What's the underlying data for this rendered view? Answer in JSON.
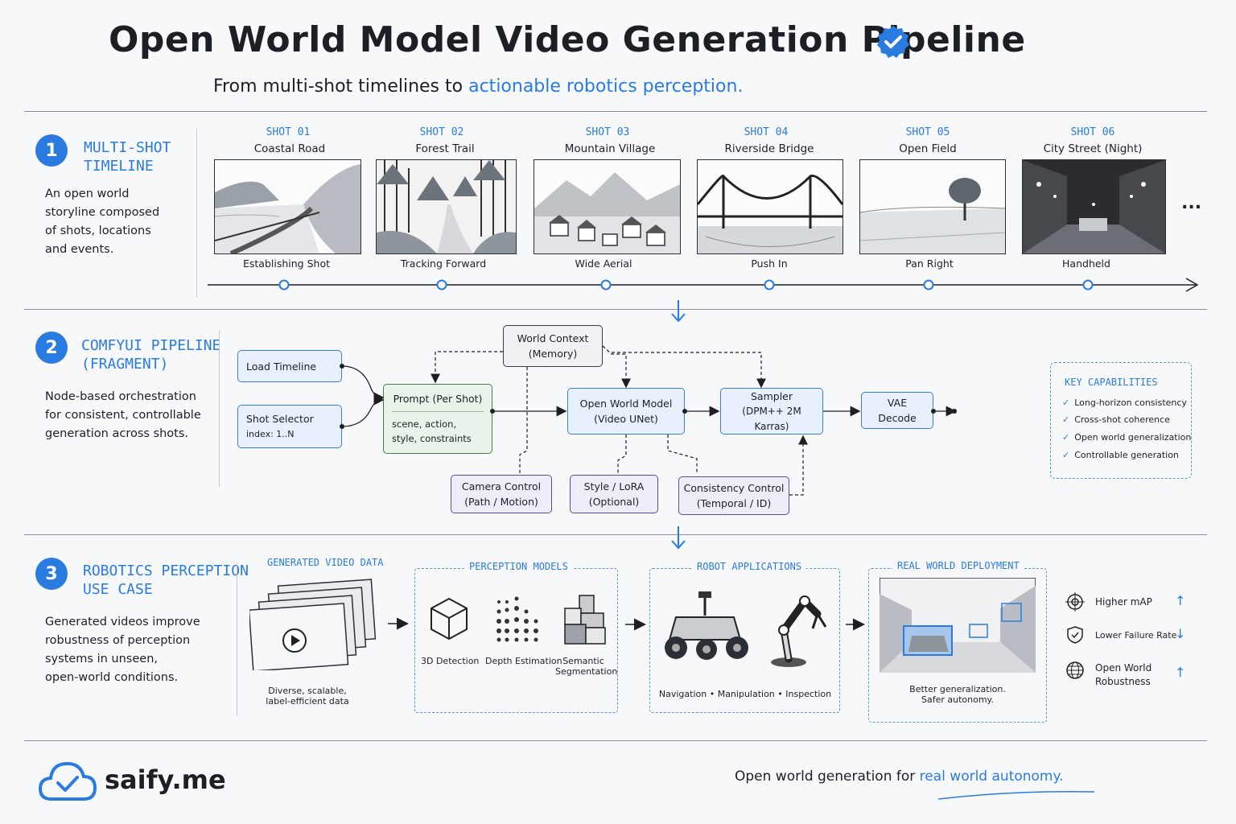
{
  "header": {
    "title": "Open World Model Video Generation Pipeline",
    "subtitle_plain": "From multi-shot timelines to",
    "subtitle_accent": "actionable robotics perception."
  },
  "colors": {
    "accent": "#2a7be0",
    "ink": "#1c1f26"
  },
  "section1": {
    "number": "1",
    "title_line1": "MULTI-SHOT",
    "title_line2": "TIMELINE",
    "desc": [
      "An open world",
      "storyline composed",
      "of shots, locations",
      "and events."
    ],
    "shots": [
      {
        "label": "SHOT 01",
        "name": "Coastal Road",
        "caption": "Establishing Shot"
      },
      {
        "label": "SHOT 02",
        "name": "Forest Trail",
        "caption": "Tracking Forward"
      },
      {
        "label": "SHOT 03",
        "name": "Mountain Village",
        "caption": "Wide Aerial"
      },
      {
        "label": "SHOT 04",
        "name": "Riverside Bridge",
        "caption": "Push In"
      },
      {
        "label": "SHOT 05",
        "name": "Open Field",
        "caption": "Pan Right"
      },
      {
        "label": "SHOT 06",
        "name": "City Street (Night)",
        "caption": "Handheld"
      }
    ],
    "more": "..."
  },
  "section2": {
    "number": "2",
    "title_line1": "COMFYUI PIPELINE",
    "title_line2": "(FRAGMENT)",
    "desc": [
      "Node-based orchestration",
      "for consistent, controllable",
      "generation across shots."
    ],
    "nodes": {
      "load_timeline": "Load Timeline",
      "shot_selector": "Shot Selector",
      "shot_selector_sub": "index: 1..N",
      "prompt": "Prompt (Per Shot)",
      "prompt_sub1": "scene, action,",
      "prompt_sub2": "style, constraints",
      "world_context1": "World Context",
      "world_context2": "(Memory)",
      "owm1": "Open World Model",
      "owm2": "(Video UNet)",
      "sampler1": "Sampler",
      "sampler2": "(DPM++ 2M Karras)",
      "vae": "VAE Decode",
      "camera1": "Camera Control",
      "camera2": "(Path / Motion)",
      "style1": "Style / LoRA",
      "style2": "(Optional)",
      "consistency1": "Consistency Control",
      "consistency2": "(Temporal / ID)"
    },
    "capabilities": {
      "title": "KEY CAPABILITIES",
      "items": [
        "Long-horizon consistency",
        "Cross-shot coherence",
        "Open world generalization",
        "Controllable generation"
      ]
    }
  },
  "section3": {
    "number": "3",
    "title_line1": "ROBOTICS PERCEPTION",
    "title_line2": "USE CASE",
    "desc": [
      "Generated videos improve",
      "robustness of perception",
      "systems in unseen,",
      "open-world conditions."
    ],
    "generated": {
      "header": "GENERATED VIDEO DATA",
      "cap1": "Diverse, scalable,",
      "cap2": "label-efficient data"
    },
    "perception": {
      "header": "PERCEPTION MODELS",
      "items": [
        "3D Detection",
        "Depth Estimation",
        "Semantic",
        "Segmentation"
      ]
    },
    "robot": {
      "header": "ROBOT APPLICATIONS",
      "caption": "Navigation  •  Manipulation  •  Inspection"
    },
    "deployment": {
      "header": "REAL WORLD DEPLOYMENT",
      "cap1": "Better generalization.",
      "cap2": "Safer autonomy."
    },
    "metrics": [
      {
        "label": "Higher mAP",
        "trend": "↑",
        "icon": "target-icon"
      },
      {
        "label": "Lower Failure Rate",
        "trend": "↓",
        "icon": "shield-check-icon"
      },
      {
        "label1": "Open World",
        "label2": "Robustness",
        "trend": "↑",
        "icon": "globe-icon"
      }
    ]
  },
  "footer": {
    "brand": "saify.me",
    "tagline_plain": "Open world generation for",
    "tagline_accent": "real world autonomy."
  }
}
